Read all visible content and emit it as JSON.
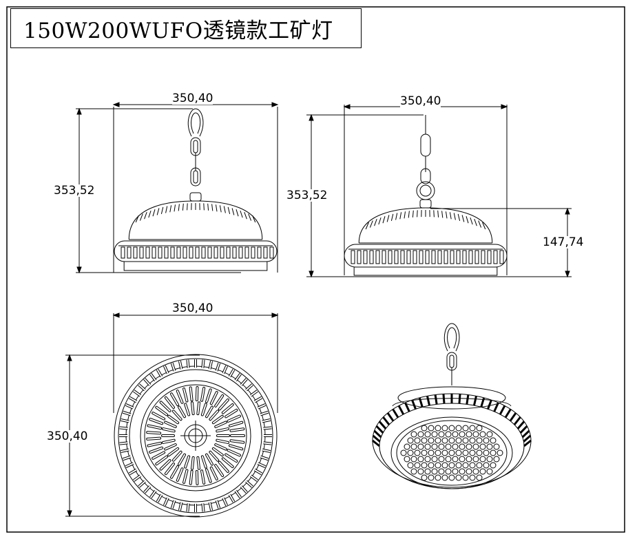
{
  "title": "150W200WUFO透镜款工矿灯",
  "views": {
    "front_left": {
      "width_label": "350,40",
      "height_label": "353,52"
    },
    "front_right": {
      "width_label": "350,40",
      "height_label": "353,52",
      "body_height_label": "147,74"
    },
    "bottom": {
      "width_label": "350,40",
      "height_label": "350,40"
    },
    "iso": {}
  }
}
